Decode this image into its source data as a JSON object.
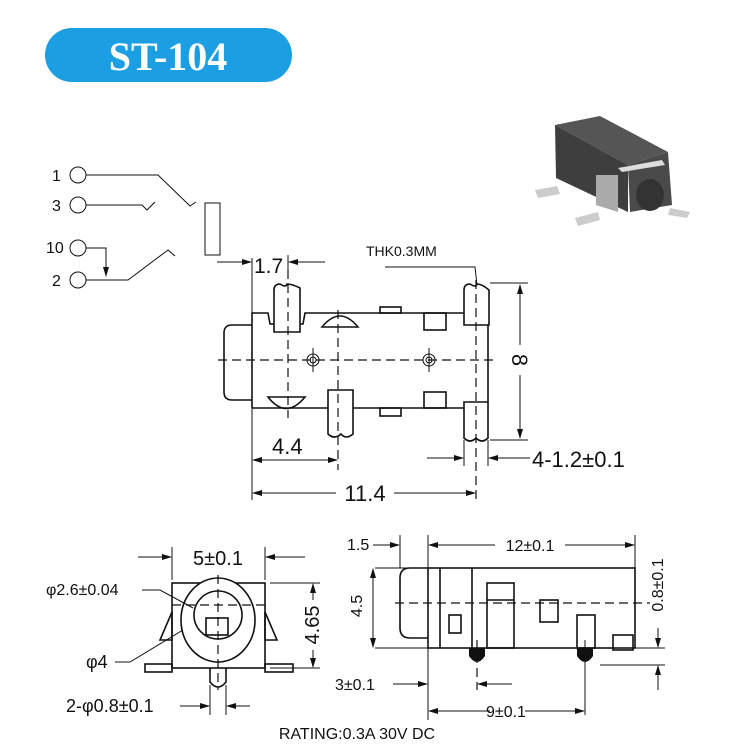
{
  "title": {
    "text": "ST-104",
    "color": "#1b9ee2"
  },
  "schematic": {
    "pins": [
      "1",
      "3",
      "10",
      "2"
    ]
  },
  "top_view": {
    "dim_pin_pitch": "1.7",
    "thickness_note": "THK0.3MM",
    "dim_height": "8",
    "dim_pin_offset": "4.4",
    "dim_length": "11.4",
    "dim_pin_width": "4-1.2±0.1"
  },
  "front_view": {
    "dim_width": "5±0.1",
    "dim_hole_inner": "φ2.6±0.04",
    "dim_hole_outer": "φ4",
    "dim_height": "4.65",
    "dim_post": "2-φ0.8±0.1"
  },
  "side_view": {
    "dim_front": "1.5",
    "dim_body": "12±0.1",
    "dim_height": "4.5",
    "dim_standoff": "0.8±0.1",
    "dim_post1": "3±0.1",
    "dim_post2": "9±0.1"
  },
  "rating": "RATING:0.3A 30V DC"
}
